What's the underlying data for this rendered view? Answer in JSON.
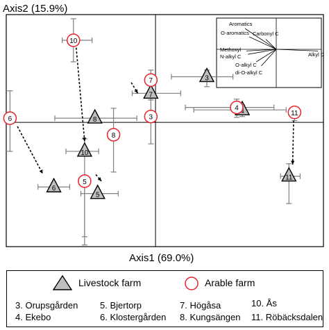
{
  "chart_data": {
    "type": "scatter",
    "xlabel": "Axis1 (69.0%)",
    "ylabel": "Axis2 (15.9%)",
    "xlim": [
      -1.6,
      1.8
    ],
    "ylim": [
      -1.5,
      1.3
    ],
    "grid": false,
    "colors": {
      "livestock_fill": "#bfbfbf",
      "arable_stroke": "#e8202a",
      "axis": "#000000",
      "errorbar": "#808080"
    },
    "series": [
      {
        "name": "Livestock farm",
        "marker": "triangle",
        "points": [
          {
            "label": "3",
            "x": 0.55,
            "y": 0.55,
            "xerr": [
              0.38,
              0.28
            ],
            "yerr": [
              0.12,
              0.08
            ]
          },
          {
            "label": "4",
            "x": 0.93,
            "y": 0.15,
            "xerr": [
              0.52,
              0.47
            ],
            "yerr": [
              0.08,
              0.06
            ]
          },
          {
            "label": "5",
            "x": -0.62,
            "y": -0.86,
            "xerr": [
              0.18,
              0.22
            ],
            "yerr": [
              0.05,
              0.05
            ]
          },
          {
            "label": "6",
            "x": -1.09,
            "y": -0.78,
            "xerr": [
              0.17,
              0.17
            ],
            "yerr": [
              0.04,
              0.04
            ]
          },
          {
            "label": "7",
            "x": -0.05,
            "y": 0.35,
            "xerr": [
              0.2,
              0.32
            ],
            "yerr": [
              0.08,
              0.1
            ]
          },
          {
            "label": "8",
            "x": -0.65,
            "y": 0.05,
            "xerr": [
              0.43,
              0.45
            ],
            "yerr": [
              0.05,
              0.05
            ]
          },
          {
            "label": "10",
            "x": -0.76,
            "y": -0.35,
            "xerr": [
              0.2,
              0.15
            ],
            "yerr": [
              1.03,
              0.15
            ]
          },
          {
            "label": "11",
            "x": 1.43,
            "y": -0.65,
            "xerr": [
              0.09,
              0.12
            ],
            "yerr": [
              0.33,
              0.15
            ]
          }
        ]
      },
      {
        "name": "Arable farm",
        "marker": "circle",
        "points": [
          {
            "label": "3",
            "x": -0.05,
            "y": 0.07,
            "xerr": [
              0.0,
              0.0
            ],
            "yerr": [
              0.33,
              0.2
            ]
          },
          {
            "label": "4",
            "x": 0.87,
            "y": 0.18,
            "xerr": [
              0.55,
              0.4
            ],
            "yerr": [
              0.12,
              0.1
            ]
          },
          {
            "label": "5",
            "x": -0.76,
            "y": -0.71,
            "xerr": [
              0.0,
              0.0
            ],
            "yerr": [
              0.77,
              0.0
            ]
          },
          {
            "label": "6",
            "x": -1.56,
            "y": 0.05,
            "xerr": [
              0.0,
              0.0
            ],
            "yerr": [
              0.4,
              0.33
            ]
          },
          {
            "label": "7",
            "x": -0.05,
            "y": 0.51,
            "xerr": [
              0.0,
              0.0
            ],
            "yerr": [
              0.12,
              0.12
            ]
          },
          {
            "label": "8",
            "x": -0.45,
            "y": -0.15,
            "xerr": [
              0.0,
              0.0
            ],
            "yerr": [
              0.45,
              0.32
            ]
          },
          {
            "label": "10",
            "x": -0.88,
            "y": 0.99,
            "xerr": [
              0.12,
              0.2
            ],
            "yerr": [
              0.26,
              0.26
            ]
          },
          {
            "label": "11",
            "x": 1.49,
            "y": 0.12,
            "xerr": [
              0.0,
              0.0
            ],
            "yerr": [
              0.1,
              0.06
            ]
          }
        ]
      }
    ],
    "arrows": [
      {
        "from": [
          -0.85,
          0.9
        ],
        "to": [
          -0.76,
          -0.23
        ]
      },
      {
        "from": [
          -1.48,
          -0.05
        ],
        "to": [
          -1.21,
          -0.62
        ]
      },
      {
        "from": [
          -0.64,
          -0.63
        ],
        "to": [
          -0.58,
          -0.71
        ]
      },
      {
        "from": [
          -0.26,
          0.48
        ],
        "to": [
          -0.19,
          0.35
        ]
      },
      {
        "from": [
          1.48,
          0.02
        ],
        "to": [
          1.47,
          -0.51
        ]
      }
    ],
    "loadings_inset": {
      "variables": [
        {
          "label": "Aromatics",
          "dir": [
            -0.75,
            0.5
          ]
        },
        {
          "label": "O-aromatics",
          "dir": [
            -0.65,
            0.3
          ]
        },
        {
          "label": "Carbonyl C",
          "dir": [
            -0.25,
            0.24
          ]
        },
        {
          "label": "Methoxyl",
          "dir": [
            -0.72,
            -0.04
          ]
        },
        {
          "label": "N-alkyl C",
          "dir": [
            -0.68,
            -0.12
          ]
        },
        {
          "label": "O-alkyl C",
          "dir": [
            -0.48,
            -0.3
          ]
        },
        {
          "label": "di-O-alkyl C",
          "dir": [
            -0.36,
            -0.4
          ]
        },
        {
          "label": "Alkyl C",
          "dir": [
            1.0,
            -0.04
          ]
        }
      ]
    }
  },
  "legend": {
    "livestock_label": "Livestock farm",
    "arable_label": "Arable farm",
    "farms": [
      [
        "3. Orupsgården",
        "4. Ekebo"
      ],
      [
        "5. Bjertorp",
        "6. Klostergården"
      ],
      [
        "7. Högåsa",
        "8. Kungsängen"
      ],
      [
        "10. Ås",
        "11. Röbäcksdalen"
      ]
    ]
  }
}
